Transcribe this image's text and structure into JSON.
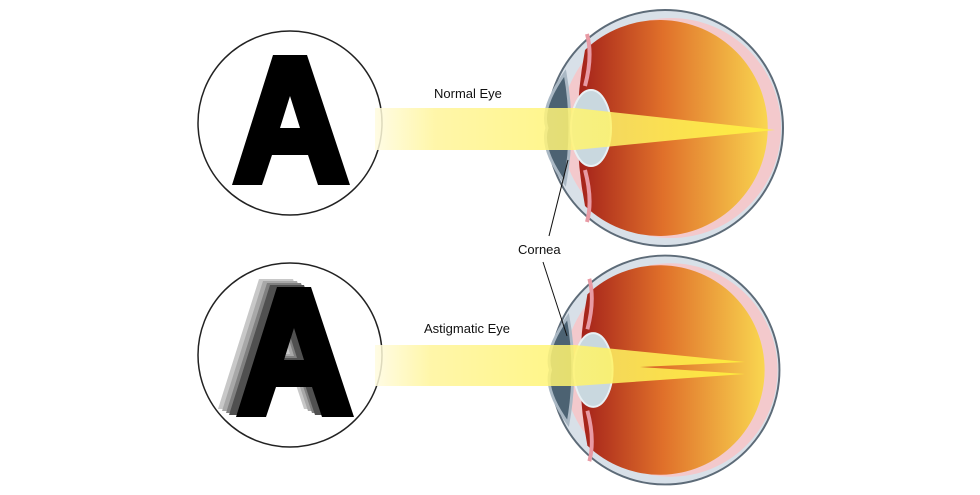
{
  "labels": {
    "normal": "Normal Eye",
    "astigmatic": "Astigmatic Eye",
    "cornea": "Cornea"
  },
  "letter": "A",
  "colors": {
    "beam": "#fff23a",
    "eye_inner_dark": "#b3261e",
    "eye_inner_light": "#f8d24a",
    "sclera": "#dfe6ec",
    "letter": "#000000"
  }
}
